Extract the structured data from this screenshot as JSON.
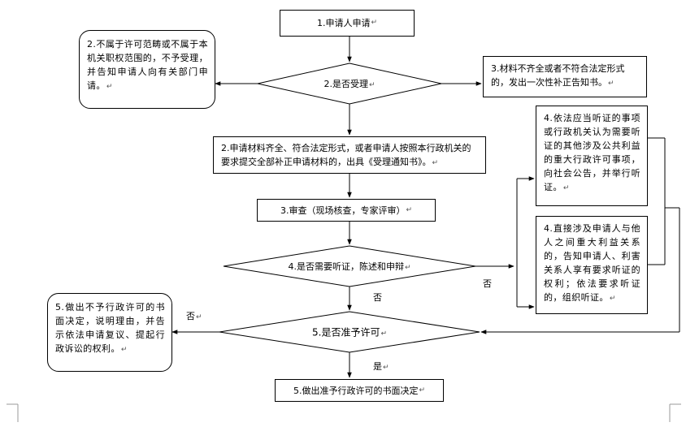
{
  "nodes": {
    "apply": "1.申请人申请",
    "not_in_scope": "2.不属于许可范畴或不属于本机关职权范围的，不予受理，并告知申请人向有关部门申请。",
    "accept_decision": "2.是否受理",
    "incomplete": "3.材料不齐全或者不符合法定形式的，发出一次性补正告知书。",
    "complete": "2.申请材料齐全、符合法定形式，或者申请人按照本行政机关的要求提交全部补正申请材料的，出具《受理通知书》。",
    "review": "3.审查（现场核查，专家评审）",
    "hearing_public": "4.依法应当听证的事项或行政机关认为需要听证的其他涉及公共利益的重大行政许可事项，向社会公告，并举行听证。",
    "hearing_interest": "4.直接涉及申请人与他人之间重大利益关系的，告知申请人、利害关系人享有要求听证的权利；依法要求听证的，组织听证。",
    "hearing_decision": "4.是否需要听证，陈述和申辩",
    "deny": "5.做出不予行政许可的书面决定，说明理由，并告示依法申请复议、提起行政诉讼的权利。",
    "grant_decision": "5.是否准予许可",
    "grant": "5.做出准予行政许可的书面决定"
  },
  "edge_labels": {
    "hearing_no_left": "否",
    "hearing_no_right": "否",
    "grant_no": "否",
    "grant_yes": "是"
  },
  "paragraph_mark": "↵",
  "colors": {
    "line": "#000000",
    "background": "#ffffff"
  }
}
